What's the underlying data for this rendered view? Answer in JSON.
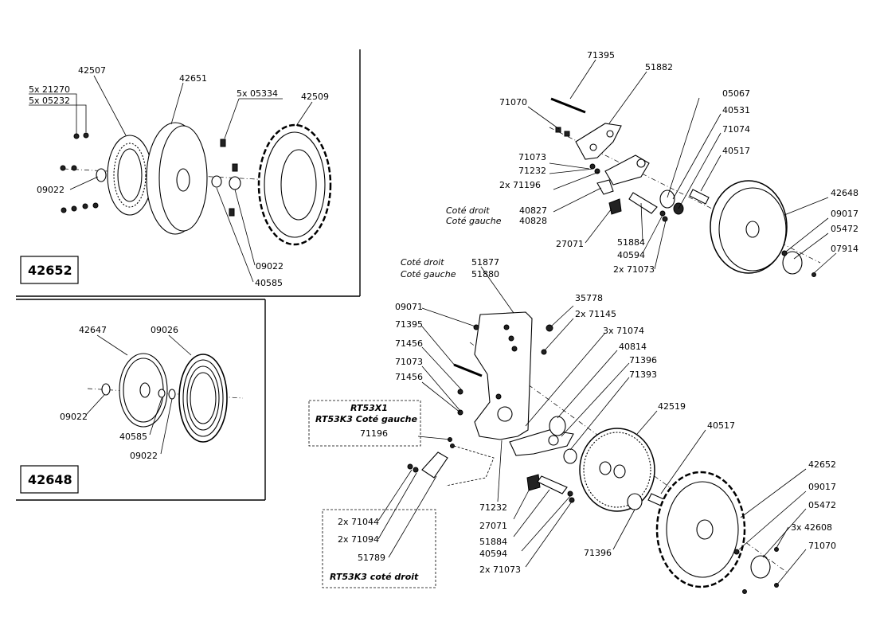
{
  "box_42652": {
    "id": "42652",
    "labels": [
      "42507",
      "42651",
      "5x 21270",
      "5x 05232",
      "5x 05334",
      "42509",
      "09022",
      "09022",
      "40585"
    ]
  },
  "box_42648": {
    "id": "42648",
    "labels": [
      "42647",
      "09026",
      "09022",
      "40585",
      "09022"
    ]
  },
  "top_right": {
    "labels": [
      "71395",
      "51882",
      "71070",
      "05067",
      "40531",
      "71074",
      "40517",
      "71073",
      "71232",
      "2x 71196",
      "Coté droit",
      "40827",
      "Coté gauche",
      "40828",
      "27071",
      "51884",
      "40594",
      "2x 71073",
      "42648",
      "09017",
      "05472",
      "07914"
    ]
  },
  "bottom_right": {
    "header_droit": "Coté droit",
    "header_droit_num": "51877",
    "header_gauche": "Coté gauche",
    "header_gauche_num": "51880",
    "labels": [
      "09071",
      "71395",
      "71456",
      "71073",
      "71456",
      "35778",
      "2x 71145",
      "3x 71074",
      "40814",
      "71396",
      "71393",
      "42519",
      "40517",
      "42652",
      "09017",
      "05472",
      "3x 42608",
      "71070",
      "71232",
      "27071",
      "51884",
      "40594",
      "2x 71073",
      "71396"
    ],
    "kit_left_line1": "RT53X1",
    "kit_left_line2": "RT53K3 Coté gauche",
    "kit_left_part": "71196",
    "kit_right_labels": [
      "2x 71044",
      "2x 71094",
      "51789"
    ],
    "kit_right_caption": "RT53K3 coté droit"
  }
}
